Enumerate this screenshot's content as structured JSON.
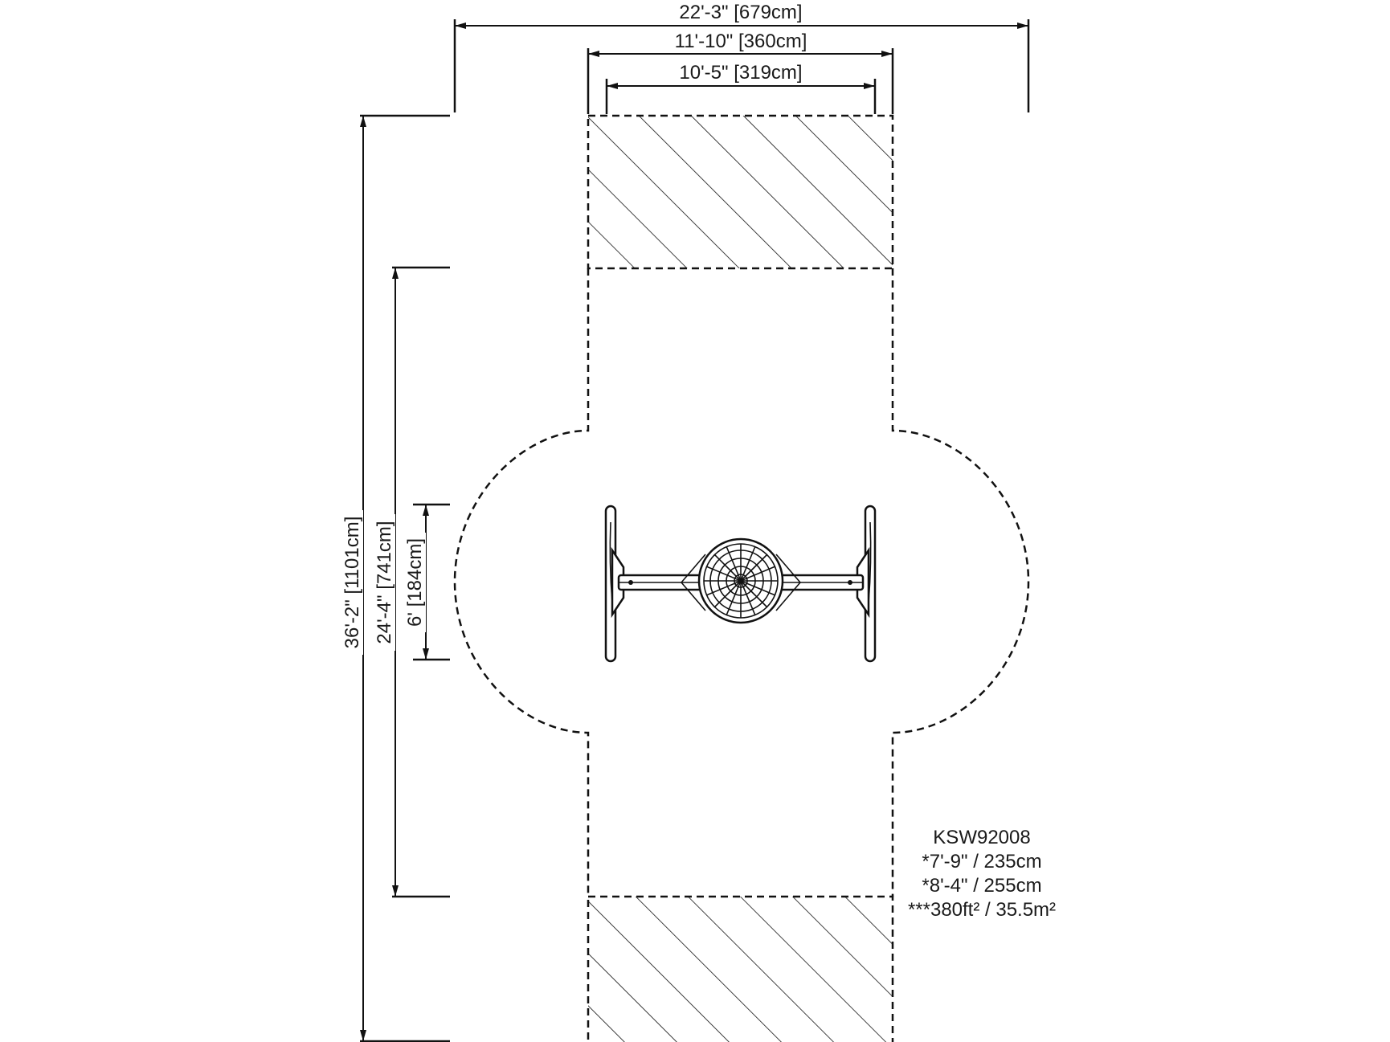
{
  "dimensions": {
    "overall_width": "22'-3\" [679cm]",
    "zone_width": "11'-10\" [360cm]",
    "frame_width": "10'-5\" [319cm]",
    "overall_length": "36'-2\" [1101cm]",
    "use_zone_length": "24'-4\" [741cm]",
    "seat_span": "6' [184cm]"
  },
  "info": {
    "model": "KSW92008",
    "height_1": "*7'-9\" / 235cm",
    "height_2": "*8'-4\" / 255cm",
    "area": "***380ft² / 35.5m²"
  },
  "icons": {
    "swing": "tire-swing-icon"
  }
}
